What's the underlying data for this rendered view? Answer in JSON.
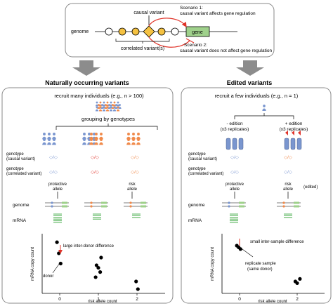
{
  "top": {
    "genome_label": "genome",
    "causal_variant_label": "causal variant",
    "gene_label": "gene",
    "correlated_label": "correlated variant(s)",
    "scenario1_title": "Scenario 1:",
    "scenario1_text": "causal variant affects gene regulation",
    "scenario2_title": "Scenario 2:",
    "scenario2_text": "causal variant does not affect gene regulation"
  },
  "left": {
    "title": "Naturally occurring variants",
    "recruit": "recruit many individuals (e.g., n > 100)",
    "grouping": "grouping by genotypes",
    "genotype_causal": [
      "genotype",
      "(causal variant)"
    ],
    "genotype_correlated": [
      "genotype",
      "(correlated variant)"
    ],
    "allele_notation": "◇/◇",
    "protective_allele": [
      "protective",
      "allele"
    ],
    "risk_allele": [
      "risk",
      "allele"
    ],
    "genome": "genome",
    "mrna": "mRNA",
    "plot": {
      "ylabel": "mRNA copy count",
      "xlabel": "risk allele count",
      "ticks": [
        "0",
        "1",
        "2"
      ],
      "annotation_diff": "large inter-donor difference",
      "annotation_donor": "donor"
    }
  },
  "right": {
    "title": "Edited variants",
    "recruit": "recruit a few individuals (e.g., n = 1)",
    "minus_edition": [
      "- edition",
      "(x3 replicates)"
    ],
    "plus_edition": [
      "+ edition",
      "(x3 replicates)"
    ],
    "genotype_causal": [
      "genotype",
      "(causal variant)"
    ],
    "genotype_correlated": [
      "genotype",
      "(correlated variant)"
    ],
    "allele_notation": "◇/◇",
    "protective_allele": [
      "protective",
      "allele"
    ],
    "risk_allele": [
      "risk",
      "allele"
    ],
    "edited": "(edited)",
    "genome": "genome",
    "mrna": "mRNA",
    "plot": {
      "ylabel": "mRNA copy count",
      "xlabel": "risk allele count",
      "ticks": [
        "0",
        "2"
      ],
      "annotation_diff": "small inter-sample difference",
      "annotation_rep": [
        "replicate sample",
        "(same donor)"
      ]
    }
  },
  "colors": {
    "risk_orange": "#f08a4b",
    "protective_blue": "#7a96cf",
    "causal_diamond": "#f5c242",
    "gene_green": "#9fd18b",
    "arrow_red": "#e0342a",
    "panel_border": "#8a8a8a",
    "mrna_green": "#4caf50",
    "big_arrow": "#8c8c8c"
  },
  "chart_data": [
    {
      "type": "scatter",
      "title": "",
      "xlabel": "risk allele count",
      "ylabel": "mRNA copy count",
      "x_ticks": [
        0,
        1,
        2
      ],
      "points": [
        [
          0,
          6.0
        ],
        [
          0,
          4.7
        ],
        [
          0,
          3.5
        ],
        [
          1,
          4.2
        ],
        [
          1,
          3.3
        ],
        [
          1,
          3.0
        ],
        [
          1,
          2.5
        ],
        [
          1,
          1.9
        ],
        [
          2,
          1.4
        ],
        [
          2,
          0.5
        ]
      ]
    },
    {
      "type": "scatter",
      "title": "",
      "xlabel": "risk allele count",
      "ylabel": "mRNA copy count",
      "x_ticks": [
        0,
        2
      ],
      "points": [
        [
          0,
          5.6
        ],
        [
          0,
          5.4
        ],
        [
          0,
          5.2
        ],
        [
          2,
          1.7
        ],
        [
          2,
          1.4
        ],
        [
          2,
          1.2
        ]
      ]
    }
  ]
}
